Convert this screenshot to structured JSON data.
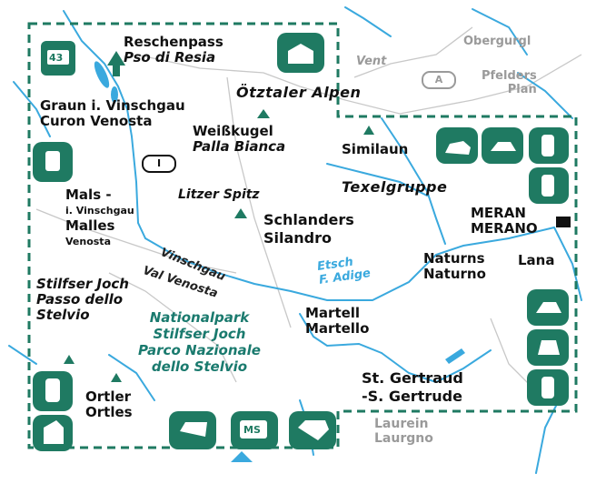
{
  "map": {
    "route_label": "43",
    "hut_code": "MS",
    "frame_color": "#1f7a62",
    "water_color": "#3aa9de",
    "badges": [
      {
        "label": "I",
        "side": "inside"
      },
      {
        "label": "A",
        "side": "outside"
      }
    ],
    "summits": {
      "reschenpass": [
        "Reschenpass",
        "Pso di Resia"
      ],
      "oetztal": "Ötztaler Alpen",
      "weisskugel": [
        "Weißkugel",
        "Palla Bianca"
      ],
      "similaun": "Similaun",
      "texelgruppe": "Texelgruppe",
      "litzer_spitz": "Litzer Spitz",
      "ortler": [
        "Ortler",
        "Ortles"
      ]
    },
    "places": {
      "graun": [
        "Graun i. Vinschgau",
        "Curon Venosta"
      ],
      "mals": [
        "Mals -",
        "i. Vinschgau",
        "Malles",
        "Venosta"
      ],
      "schlanders": [
        "Schlanders",
        "Silandro"
      ],
      "meran": [
        "MERAN",
        "MERANO"
      ],
      "naturns": [
        "Naturns",
        "Naturno"
      ],
      "lana": "Lana",
      "martell": [
        "Martell",
        "Martello"
      ],
      "st_gertraud": [
        "St. Gertraud",
        "-S. Gertrude"
      ],
      "stilfser_joch": [
        "Stilfser Joch",
        "Passo dello",
        "Stelvio"
      ]
    },
    "outside": {
      "obergurgl": "Obergurgl",
      "vent": "Vent",
      "pfelders": [
        "Pfelders",
        "Plan"
      ],
      "laurein": [
        "Laurein",
        "Laurgno"
      ]
    },
    "valleys": {
      "vinschgau": "Vinschgau",
      "val_venosta": "Val Venosta"
    },
    "river": [
      "Etsch",
      "F. Adige"
    ],
    "park": [
      "Nationalpark",
      "Stilfser Joch",
      "Parco Nazionale",
      "dello Stelvio"
    ]
  }
}
